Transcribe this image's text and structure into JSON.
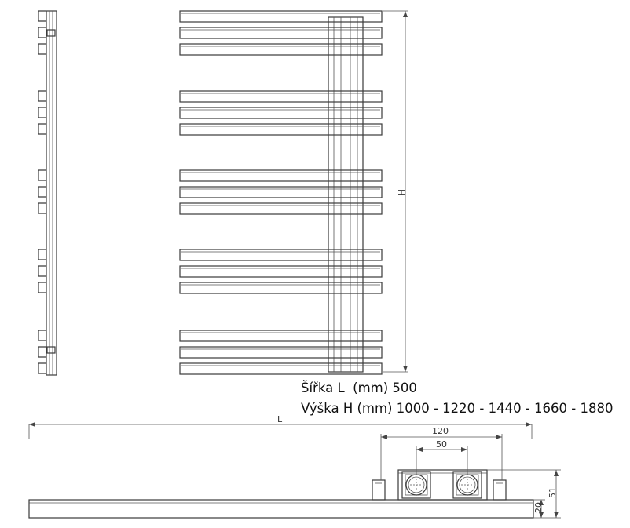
{
  "specs": {
    "width_line": "Šířka L  (mm) 500",
    "height_line": "Výška H (mm) 1000 - 1220 - 1440 - 1660 - 1880"
  },
  "dimensions": {
    "height_label": "H",
    "length_label": "L",
    "spacing_outer": "120",
    "spacing_inner": "50",
    "depth": "51",
    "offset": "20"
  },
  "bar_groups": 5,
  "bars_per_group": 3
}
